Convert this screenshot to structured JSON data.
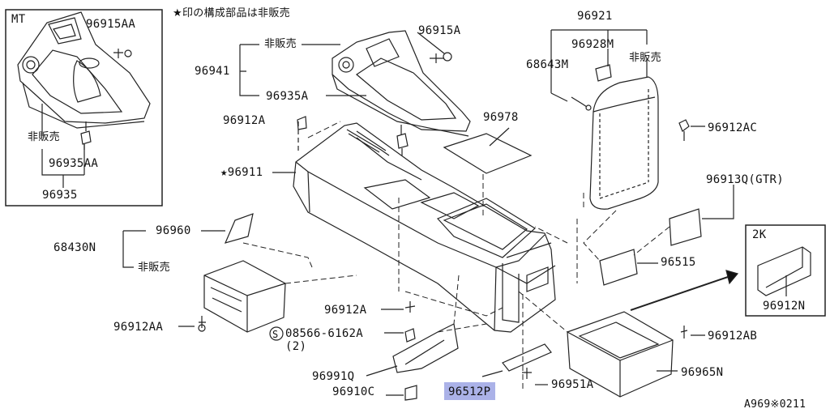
{
  "note": "★印の構成部品は非販売",
  "footer_code": "A969※0211",
  "accent_color": "#8f98e0",
  "line_color": "#222222",
  "insets": {
    "mt": {
      "title": "MT",
      "labels": [
        "96915AA",
        "非販売",
        "96935AA",
        "96935"
      ]
    },
    "k2": {
      "title": "2K",
      "labels": [
        "96912N"
      ]
    }
  },
  "parts": {
    "p96915A": "96915A",
    "p96921": "96921",
    "p96928M": "96928M",
    "p68643M": "68643M",
    "nonsale_armrest": "非販売",
    "nonsale_top": "非販売",
    "p96941": "96941",
    "p96935A": "96935A",
    "p96912A_top": "96912A",
    "p96978": "96978",
    "p96912AC": "96912AC",
    "p96911": "★96911",
    "p96913Q": "96913Q(GTR)",
    "p96960": "96960",
    "p68430N": "68430N",
    "nonsale_box": "非販売",
    "p96515": "96515",
    "p96912A_mid": "96912A",
    "p96912AA": "96912AA",
    "screw_code": "08566-6162A",
    "screw_qty": "(2)",
    "p96912AB": "96912AB",
    "p96991Q": "96991Q",
    "p96910C": "96910C",
    "p96512P": "96512P",
    "p96951A": "96951A",
    "p96965N": "96965N"
  }
}
